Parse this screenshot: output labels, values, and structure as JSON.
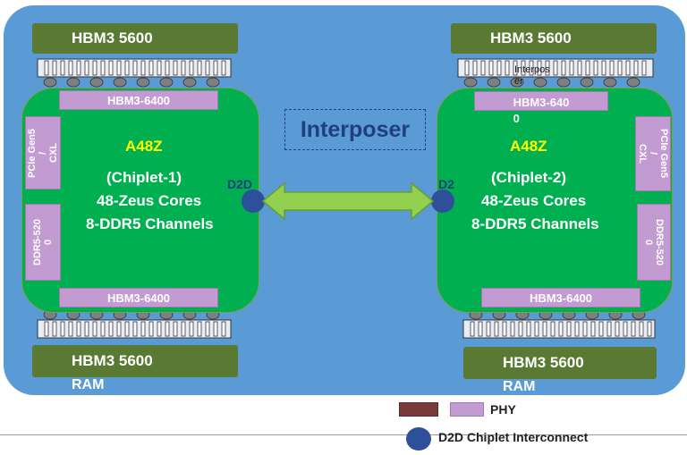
{
  "interposer_title": "Interposer",
  "interposer_small": "Interpos\ner",
  "hbm_modules": {
    "left_top": "HBM3 5600",
    "right_top": "HBM3 5600",
    "left_bottom": "HBM3 5600",
    "right_bottom": "HBM3 5600",
    "left_bottom_overflow": "RAM",
    "right_bottom_overflow": "RAM"
  },
  "chiplets": [
    {
      "name": "A48Z",
      "id_label": "(Chiplet-1)",
      "cores": "48-Zeus Cores",
      "channels": "8-DDR5 Channels",
      "phy_top": "HBM3-6400",
      "phy_bottom": "HBM3-6400",
      "phy_pcie": "PCIe Gen5\n/\nCXL",
      "phy_ddr": "DDR5-520\n0",
      "d2d_label": "D2D"
    },
    {
      "name": "A48Z",
      "id_label": "(Chiplet-2)",
      "cores": "48-Zeus Cores",
      "channels": "8-DDR5 Channels",
      "phy_top": "HBM3-640\n0",
      "phy_bottom": "HBM3-6400",
      "phy_pcie": "PCIe Gen5\n/\nCXL",
      "phy_ddr": "DDR5-520\n0",
      "d2d_label": "D2"
    }
  ],
  "legend": {
    "phy_label": "PHY",
    "d2d_label": "D2D Chiplet Interconnect"
  },
  "colors": {
    "board": "#5b9bd5",
    "hbm": "#5a7a33",
    "chiplet": "#00b050",
    "phy": "#c39bd3",
    "legend_swatch_dark": "#7b3a3a",
    "d2d_dot": "#2e4f9a",
    "arrow": "#92d050"
  }
}
